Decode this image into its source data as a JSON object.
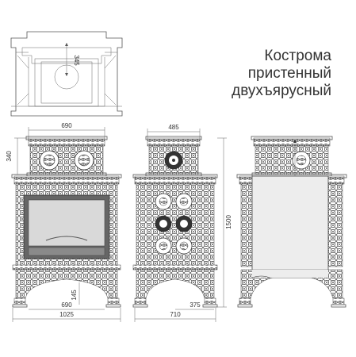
{
  "title": {
    "line1": "Кострома",
    "line2": "пристенный",
    "line3": "двухъярусный"
  },
  "dimensions": {
    "plan_depth": "345",
    "front_top_width": "690",
    "front_top_height": "340",
    "front_bottom_width": "690",
    "front_leg_height": "145",
    "front_total_width": "1025",
    "side_top_width": "485",
    "side_height": "1500",
    "side_bottom_depth": "375",
    "side_total_depth": "710"
  },
  "colors": {
    "stroke": "#555555",
    "ornament": "#3a3a3a",
    "glass": "#d9d9d9",
    "panel": "#ededed"
  }
}
